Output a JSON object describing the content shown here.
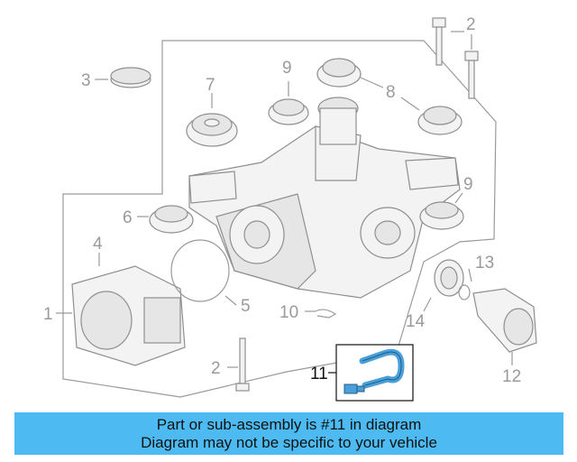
{
  "diagram": {
    "callouts": {
      "c1": "1",
      "c2a": "2",
      "c2b": "2",
      "c3": "3",
      "c4": "4",
      "c5": "5",
      "c6": "6",
      "c7": "7",
      "c8": "8",
      "c9a": "9",
      "c9b": "9",
      "c10": "10",
      "c11": "11",
      "c12": "12",
      "c13": "13",
      "c14": "14"
    },
    "colors": {
      "highlight_part": "#4a9fd8",
      "line_gray": "#9a9a9a",
      "banner_bg": "#4dbbf1"
    }
  },
  "banner": {
    "line1": "Part or sub-assembly is #11 in diagram",
    "line2": "Diagram may not be specific to your vehicle"
  }
}
